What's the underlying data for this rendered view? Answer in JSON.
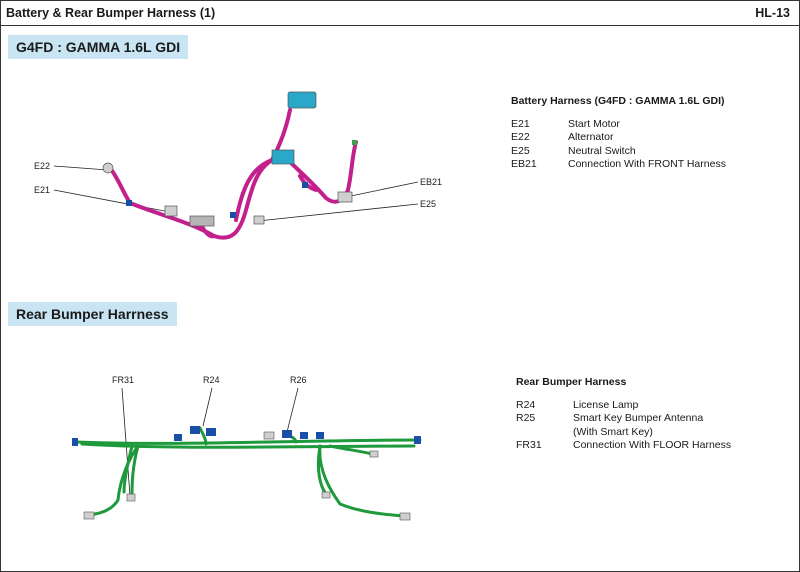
{
  "header": {
    "title": "Battery & Rear Bumper Harness (1)",
    "code": "HL-13"
  },
  "battery_section": {
    "heading": "G4FD : GAMMA 1.6L GDI",
    "legend_title": "Battery Harness (G4FD : GAMMA 1.6L GDI)",
    "items": [
      {
        "code": "E21",
        "desc": "Start Motor"
      },
      {
        "code": "E22",
        "desc": "Alternator"
      },
      {
        "code": "E25",
        "desc": "Neutral Switch"
      },
      {
        "code": "EB21",
        "desc": "Connection With FRONT Harness"
      }
    ],
    "callouts": {
      "e22": "E22",
      "e21": "E21",
      "eb21": "EB21",
      "e25": "E25"
    },
    "harness_color": "#c2208c",
    "connector_color": "#2aa8c9"
  },
  "rear_section": {
    "heading": "Rear Bumper Harrness",
    "legend_title": "Rear Bumper Harness",
    "items": [
      {
        "code": "R24",
        "desc": "License Lamp"
      },
      {
        "code": "R25",
        "desc": "Smart Key Bumper Antenna"
      },
      {
        "code": "",
        "desc": "(With Smart Key)"
      },
      {
        "code": "FR31",
        "desc": "Connection With FLOOR Harness"
      }
    ],
    "callouts": {
      "fr31": "FR31",
      "r24": "R24",
      "r26": "R26"
    },
    "harness_color": "#1e9a3c",
    "connector_color": "#1a4fa8"
  }
}
